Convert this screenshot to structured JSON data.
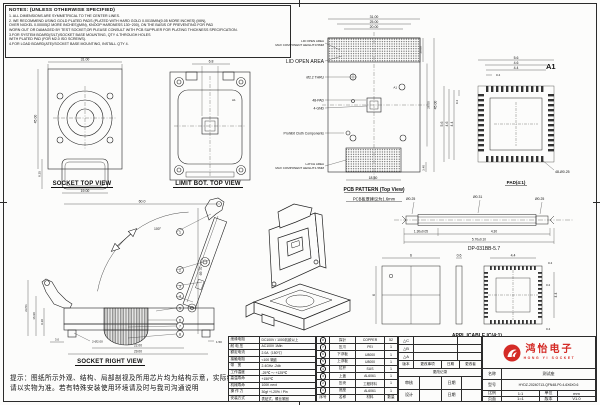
{
  "frame": {
    "zone": "A1"
  },
  "notes": {
    "title": "NOTES: (UNLESS OTHERWISE SPECIFIED)",
    "lines": [
      "1. ALL DIMENSIONS ARE SYMMETRICAL TO THE CENTER LINES.",
      "2. WE RECOMMEND USING GOLD PLATED PADS (PLATED WITH HARD GOLD 0.0015MIN(0.05 MORE INCHES) (MIN),",
      "OVER NICKEL 0.00005(2 MORE INCHES)(MIN), KNOOP HARDNESS 130~200), ON THE BASIS OF PREVENTING FOR PAD",
      "WORN OUT OR DAMAGED BY TEST SOCKET,OR PLEASE CONSULT WITH PCB SUPPLIER FOR PLATING THICKNESS SPECIFICATION.",
      "3.FOR SYSTEM BOARD(S/LT)/SOCKET BASE MOUNTING, QTY 4-THROUGH HOLES",
      "WITH PLATED PAD (FOR M2.0 ISO SCREWS).",
      "4.FOR LOAD BOARD(ATE)/SOCKET BASE MOUNTING, INSTALL QTY 4."
    ]
  },
  "views": {
    "socket_top": {
      "label": "SOCKET TOP VIEW",
      "dim_w": "31.00",
      "dim_h": "45.00",
      "dim_latch": "19.00",
      "dim_offset": "8.25"
    },
    "limit_bot": {
      "label": "LIMIT BOT. TOP VIEW",
      "dim_top": "6.8",
      "zone": "A1"
    },
    "pcb": {
      "label": "PCB PATTERN (Top View)",
      "sublabel": "PCB板厚建议为1.6mm",
      "dim1": "31.00",
      "dim2": "25.00",
      "dim3": "20.00",
      "dim_h": "45.00",
      "dim_inner": "28.00",
      "dim_band": "16.00",
      "dim_latch": "18.50",
      "dim_edge": "3.40",
      "callout_lid_small1": "LID OPEN AREA",
      "callout_lid_small2": "MAX COMPONENT HEIGHT:0.5MM",
      "callout_lid": "LID OPEN AREA",
      "callout_hole": "Ø2.2 THRU",
      "callout_pad": "48-PAD",
      "callout_gnd": "4-GND",
      "callout_prohibit": "Prohibit Cloth Components",
      "callout_latch1": "LATCH AREA",
      "callout_latch2": "MAX COMPONENT HEIGHT:1.5MM",
      "marker_a1": "A1"
    },
    "pad_detail": {
      "label": "PAD(4:1)",
      "dim1": "5.6",
      "dim2": "4.6",
      "dim3": "4.4",
      "dim4": "0.4",
      "vdim1": "5.6",
      "vdim2": "4.6",
      "vdim3": "4.4",
      "vdim4": "0.4",
      "callout": "48-Ø0.25"
    },
    "right_view": {
      "label": "SOCKET RIGHT VIEW",
      "dim_top": "60.0",
      "dim_right": "69.70",
      "dim_l1": "23.51",
      "dim_l2": "16.90",
      "dim_l3": "9.10",
      "dim_b0": "3.0",
      "dim_hole": "2-Ø2.00",
      "dim_b1": "22.00",
      "dim_b2": "29.00",
      "dim_b3": "1.50",
      "angle": "100°",
      "balloons": [
        "1",
        "2",
        "3",
        "4",
        "5",
        "6",
        "7",
        "8"
      ]
    },
    "probe": {
      "label": "DP-031BB-5.7",
      "c1": "Ø0.25",
      "c2": "Ø0.31",
      "c3": "Ø0.25",
      "d1": "1.30±0.05",
      "d2": "4.30",
      "d3": "5.70±0.10"
    },
    "ic": {
      "label": "APPL ICABLE IC(4:1)",
      "dim_w": "6",
      "dim_h": "6",
      "dim_t": "0.6",
      "dim_bw": "4.4",
      "dim_p1": "0.4",
      "dim_p2": "0.2",
      "dim_bh": "4.4",
      "dim_p3": "0.4"
    }
  },
  "tip": {
    "line1": "提示：图纸所示外观、结构、局部剖视及所用芯片均为结构示意，实际结构",
    "line2": "请以实物为准。若有特殊安装使用环境请及时与我司沟通说明"
  },
  "spec": {
    "rows": [
      {
        "k": "绝缘电阻",
        "v": "DC100V / 1000兆欧以上"
      },
      {
        "k": "耐 电 压",
        "v": "AC100V 1Min"
      },
      {
        "k": "额定电流",
        "v": "2.0A（150℃）"
      },
      {
        "k": "接触电阻",
        "v": "<100 毫欧"
      },
      {
        "k": "带　宽",
        "v": "2.4GHz -2db"
      },
      {
        "k": "工作温度",
        "v": "-25℃ ～ +125℃"
      },
      {
        "k": "高温寿命",
        "v": "+150℃"
      },
      {
        "k": "机械寿命",
        "v": "100K next"
      },
      {
        "k": "操 作 力",
        "v": "30gf +/-20% / Pin"
      },
      {
        "k": "安装方式",
        "v": "表贴式，螺丝紧固"
      }
    ]
  },
  "bom": {
    "header": {
      "n": "序号",
      "name": "名称",
      "mat": "材料",
      "qty": "数量"
    },
    "rows": [
      {
        "n": "8",
        "name": "探针",
        "mat": "COPPER",
        "qty": "52"
      },
      {
        "n": "7",
        "name": "压爪",
        "mat": "PEI",
        "qty": "1"
      },
      {
        "n": "6",
        "name": "下浮板",
        "mat": "U8000",
        "qty": "1"
      },
      {
        "n": "5",
        "name": "上浮板",
        "mat": "U8000",
        "qty": "1"
      },
      {
        "n": "4",
        "name": "拉杆",
        "mat": "SUS",
        "qty": "1"
      },
      {
        "n": "3",
        "name": "上盖",
        "mat": "AL6061",
        "qty": "1"
      },
      {
        "n": "2",
        "name": "压块",
        "mat": "工程材料",
        "qty": "1"
      },
      {
        "n": "1",
        "name": "底座",
        "mat": "AL6061",
        "qty": "1"
      }
    ]
  },
  "revision": {
    "deltas": [
      "△C",
      "△B",
      "△A"
    ],
    "header": [
      "版本",
      "更改事项",
      "日期",
      "更改者"
    ],
    "record": "更改记录",
    "approvals": [
      {
        "k": "审核",
        "d": "日期"
      },
      {
        "k": "设计",
        "d": "日期"
      }
    ]
  },
  "title_block": {
    "logo_cn": "鸿怡电子",
    "logo_en": "HONG YI SOCKET",
    "accent_color": "#d42b26",
    "name_label": "名称",
    "name": "测试座",
    "model_label": "型号",
    "model": "HYDZ-20240713-QFN48-P0.4-6X6X0.6",
    "scale_label": "比例",
    "scale": "1:1",
    "unit_label": "单位",
    "unit": "mm",
    "page_label": "页面",
    "page": "1=1",
    "ver_label": "版本",
    "version": "V1.0"
  }
}
